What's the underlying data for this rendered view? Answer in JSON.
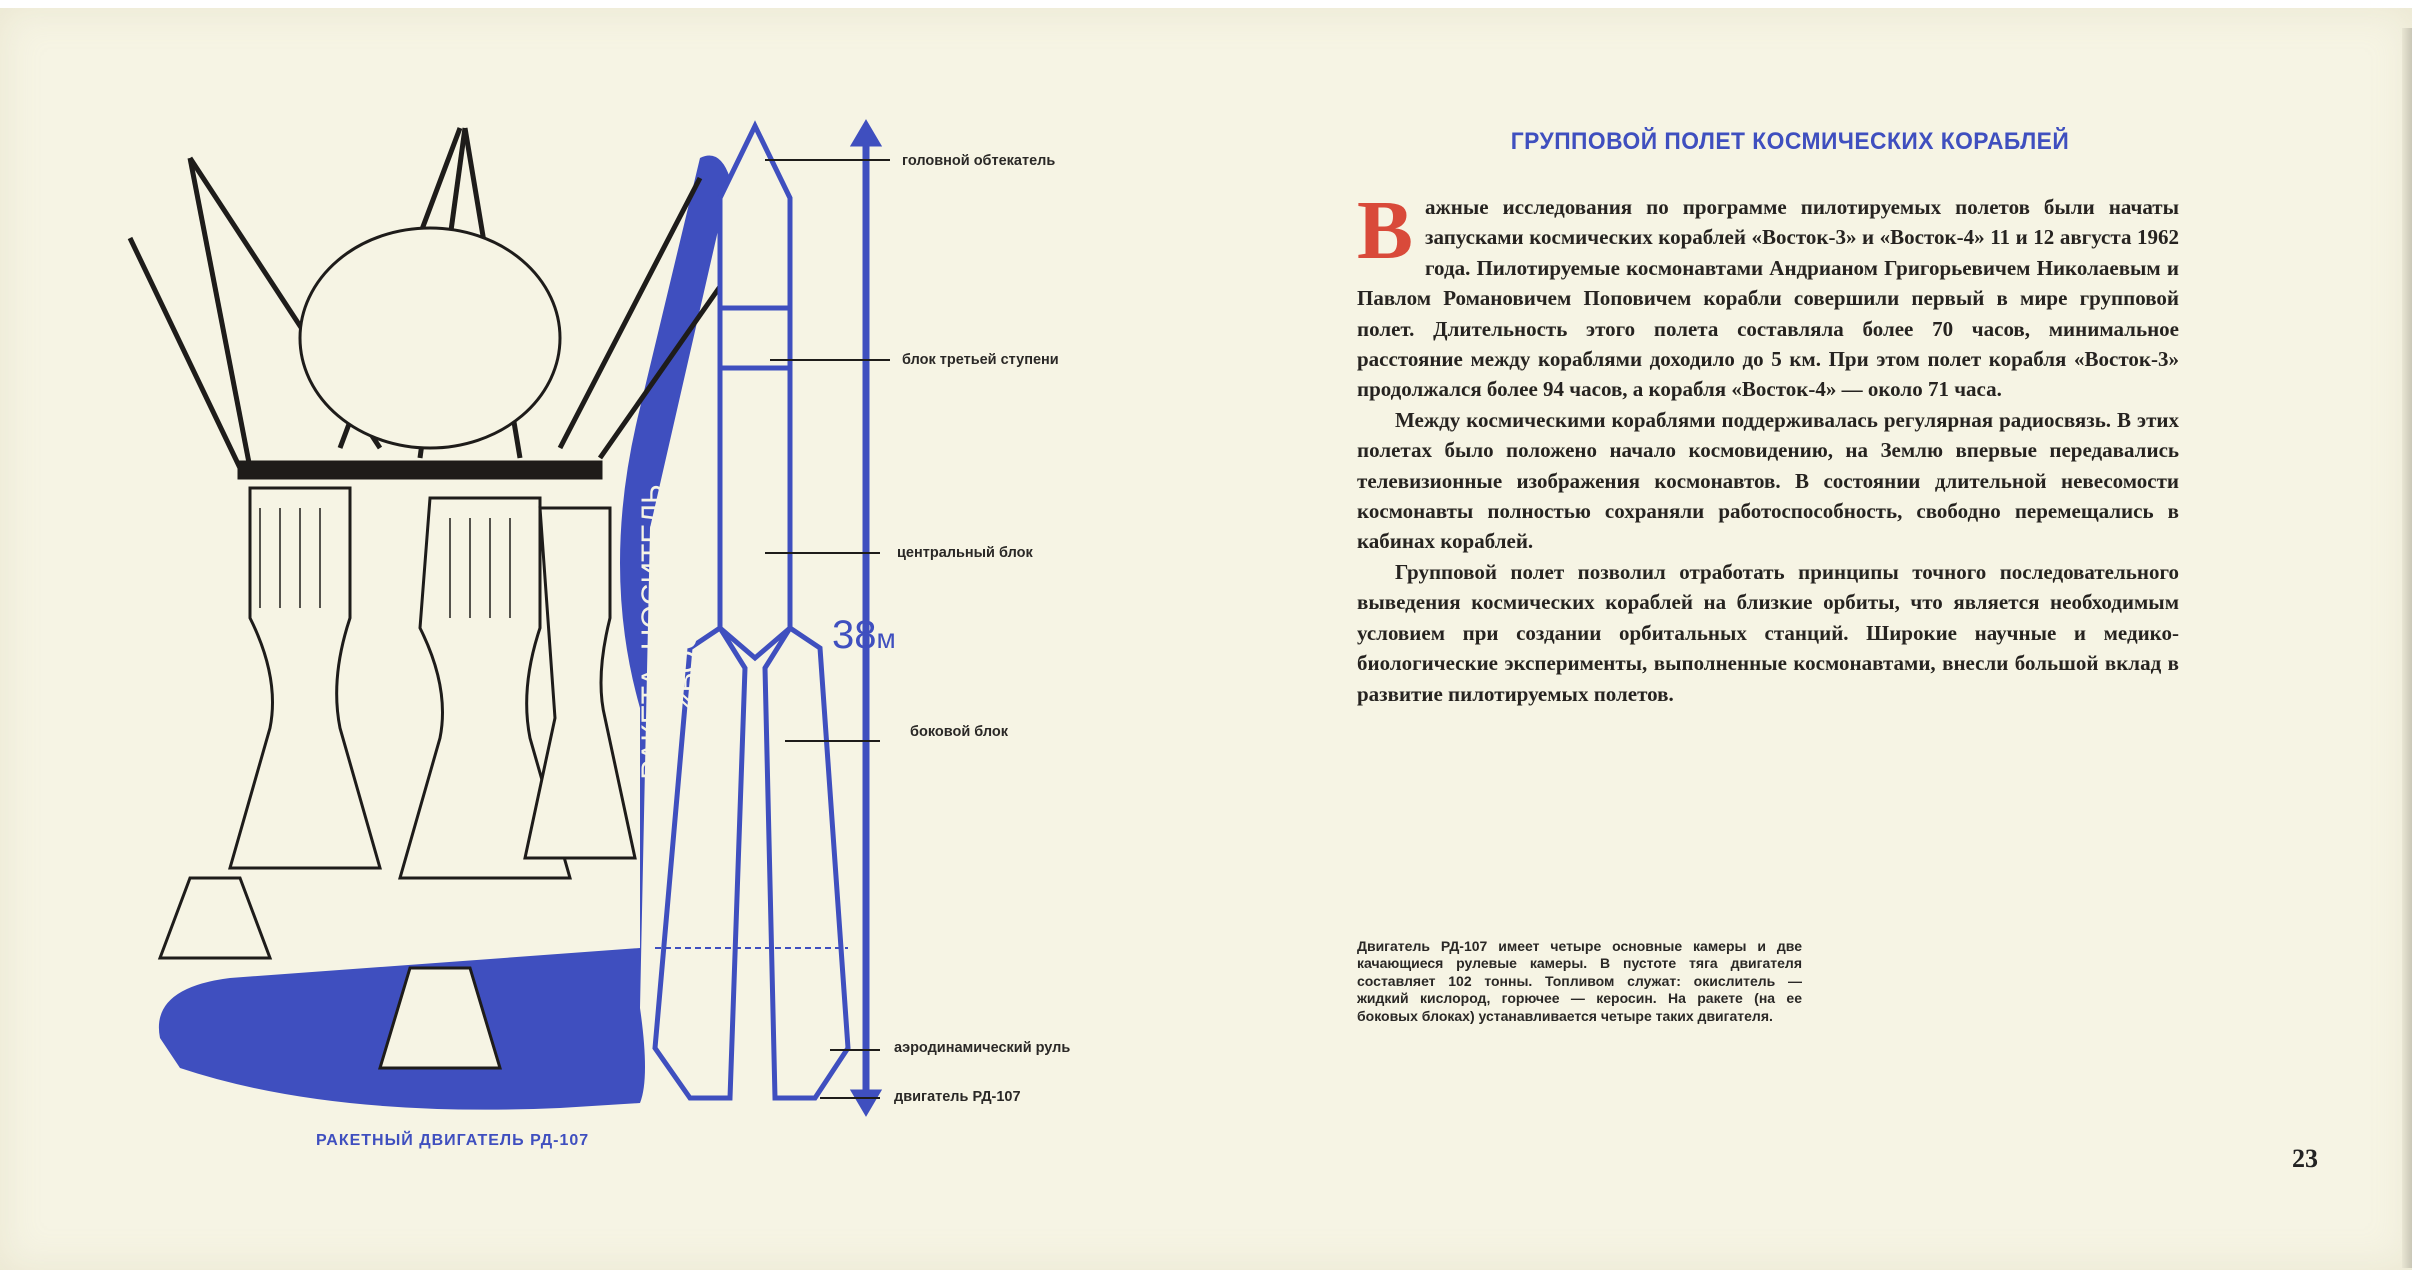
{
  "page_number": "23",
  "article": {
    "title": "ГРУППОВОЙ ПОЛЕТ КОСМИЧЕСКИХ КОРАБЛЕЙ",
    "drop_cap": "В",
    "paragraph_1": "ажные исследования по программе пилотируемых полетов были начаты запусками космических кораблей «Восток-3» и «Восток-4» 11 и 12 августа 1962 года. Пилотируемые космонавтами Андрианом Григорьевичем Николаевым и Павлом Романовичем Поповичем корабли совершили первый в мире групповой полет. Длительность этого полета составляла более 70 часов, минимальное расстояние между кораблями доходило до 5 км. При этом полет корабля «Восток-3» продолжался более 94 часов, а корабля «Восток-4» — около 71 часа.",
    "paragraph_2": "Между космическими кораблями поддерживалась регулярная радиосвязь. В этих полетах было положено начало космовидению, на Землю впервые передавались телевизионные изображения космонавтов. В состоянии длительной невесомости космонавты полностью сохраняли работоспособность, свободно перемещались в кабинах кораблей.",
    "paragraph_3": "Групповой полет позволил отработать принципы точного последовательного выведения космических кораблей на близкие орбиты, что является необходимым условием при создании орбитальных станций. Широкие научные и медико-биологические эксперименты, выполненные космонавтами, внесли большой вклад в развитие пилотируемых полетов."
  },
  "engine_caption_text": "Двигатель РД-107 имеет четыре основные камеры и две качающиеся рулевые камеры. В пустоте тяга двигателя составляет 102 тонны. Топливом служат: окислитель — жидкий кислород, горючее — керосин. На ракете (на ее боковых блоках) устанавливается четыре таких двигателя.",
  "illustration": {
    "engine_title": "РАКЕТНЫЙ ДВИГАТЕЛЬ РД-107",
    "rocket_title_line1": "РАКЕТА–НОСИТЕЛЬ",
    "rocket_title_line2": "«ВОСТОК»",
    "height_value": "38",
    "height_unit": "м",
    "labels": {
      "nose_fairing": "головной обтекатель",
      "third_stage": "блок третьей ступени",
      "central_block": "центральный блок",
      "side_block": "боковой блок",
      "aero_rudder": "аэродинамический руль",
      "engine": "двигатель РД-107"
    }
  },
  "colors": {
    "paper": "#f6f4e4",
    "blue": "#3f4fbf",
    "red_dropcap": "#d94a3a",
    "ink": "#262320"
  }
}
